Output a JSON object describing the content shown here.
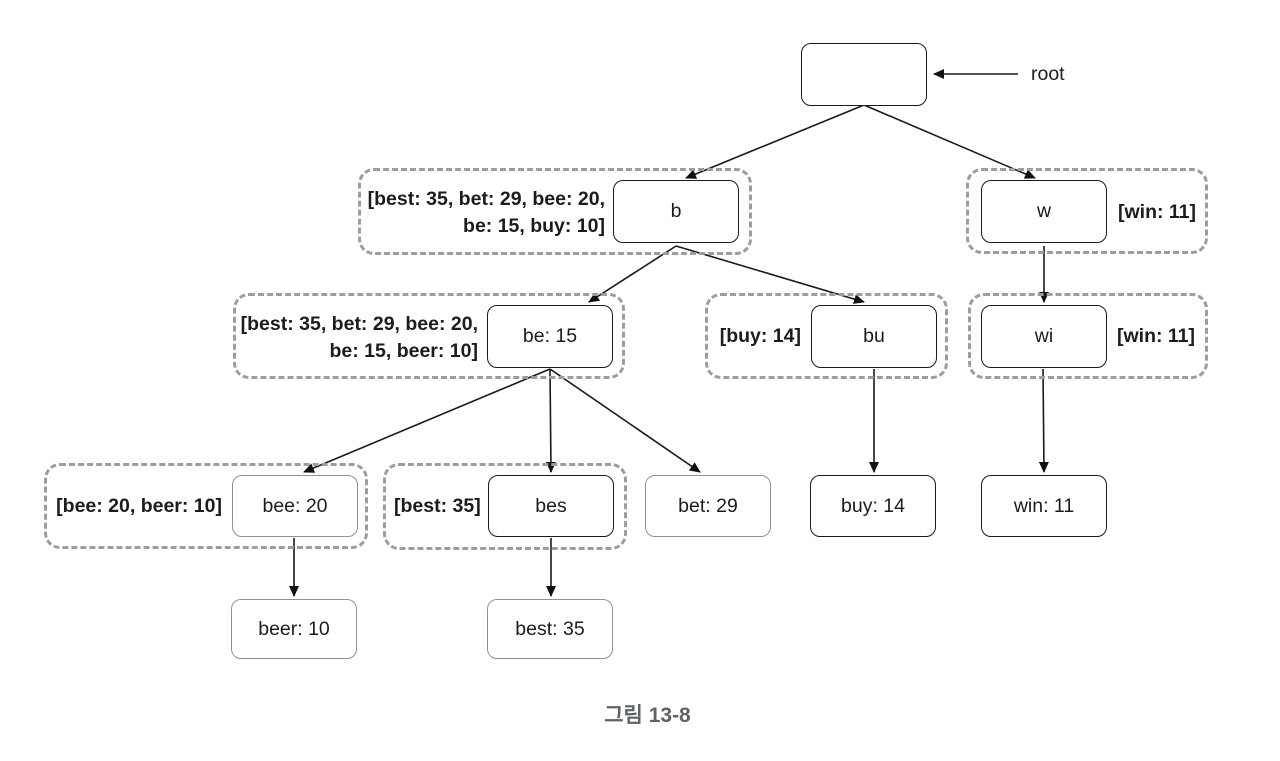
{
  "figure": {
    "caption": "그림 13-8"
  },
  "pointer": {
    "label": "root"
  },
  "nodes": {
    "root": {
      "label": ""
    },
    "b": {
      "label": "b"
    },
    "w": {
      "label": "w"
    },
    "be": {
      "label": "be: 15"
    },
    "bu": {
      "label": "bu"
    },
    "wi": {
      "label": "wi"
    },
    "bee": {
      "label": "bee: 20"
    },
    "bes": {
      "label": "bes"
    },
    "bet": {
      "label": "bet: 29"
    },
    "buy": {
      "label": "buy: 14"
    },
    "win": {
      "label": "win: 11"
    },
    "beer": {
      "label": "beer: 10"
    },
    "best": {
      "label": "best: 35"
    }
  },
  "annotations": {
    "b": {
      "line1": "[best: 35, bet: 29, bee: 20,",
      "line2": "be: 15, buy: 10]"
    },
    "w": {
      "line1": "[win: 11]"
    },
    "be": {
      "line1": "[best: 35, bet: 29, bee: 20,",
      "line2": "be: 15, beer: 10]"
    },
    "bu": {
      "line1": "[buy: 14]"
    },
    "wi": {
      "line1": "[win: 11]"
    },
    "bee": {
      "line1": "[bee: 20, beer: 10]"
    },
    "bes": {
      "line1": "[best: 35]"
    }
  },
  "colors": {
    "edge": "#1a1a1a",
    "node_border_dark": "#1a1a1a",
    "node_border_light": "#8f9396",
    "dashed_border": "#9b9ea1",
    "caption_text": "#5f6368"
  }
}
